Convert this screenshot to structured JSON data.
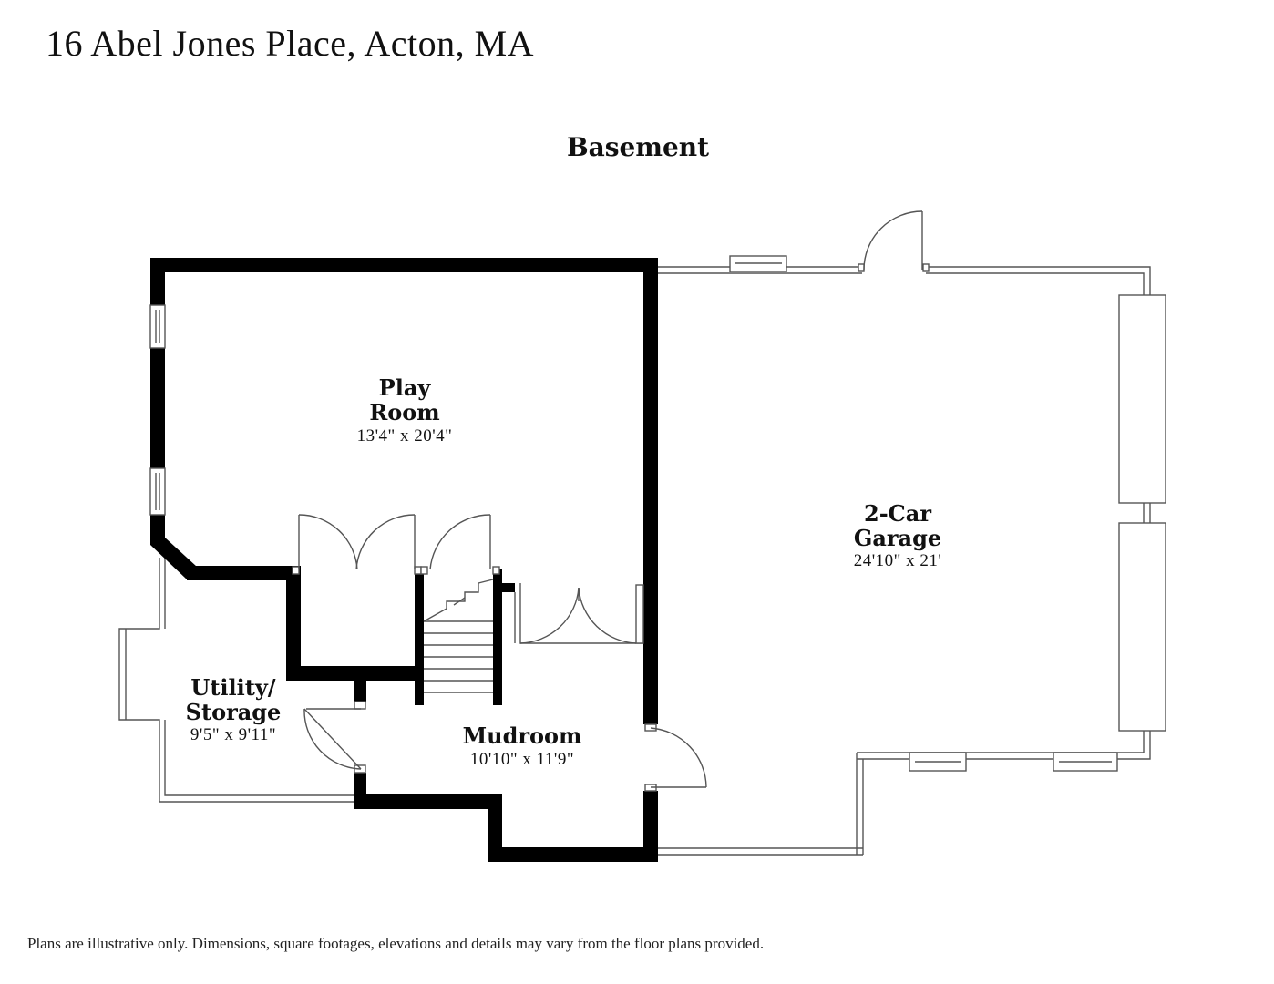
{
  "header": {
    "address": "16 Abel Jones Place, Acton, MA"
  },
  "floor": {
    "label": "Basement"
  },
  "rooms": [
    {
      "name_lines": [
        "Play",
        "Room"
      ],
      "dimensions": "13'4\" x 20'4\""
    },
    {
      "name_lines": [
        "2-Car",
        "Garage"
      ],
      "dimensions": "24'10\" x 21'"
    },
    {
      "name_lines": [
        "Utility/",
        "Storage"
      ],
      "dimensions": "9'5\" x 9'11\""
    },
    {
      "name_lines": [
        "Mudroom"
      ],
      "dimensions": "10'10\" x 11'9\""
    }
  ],
  "footer": {
    "disclaimer": "Plans are illustrative only. Dimensions, square footages, elevations and details may vary from the floor plans provided."
  },
  "colors": {
    "wall": "#000000",
    "thin_wall": "#555555",
    "background": "#ffffff"
  }
}
